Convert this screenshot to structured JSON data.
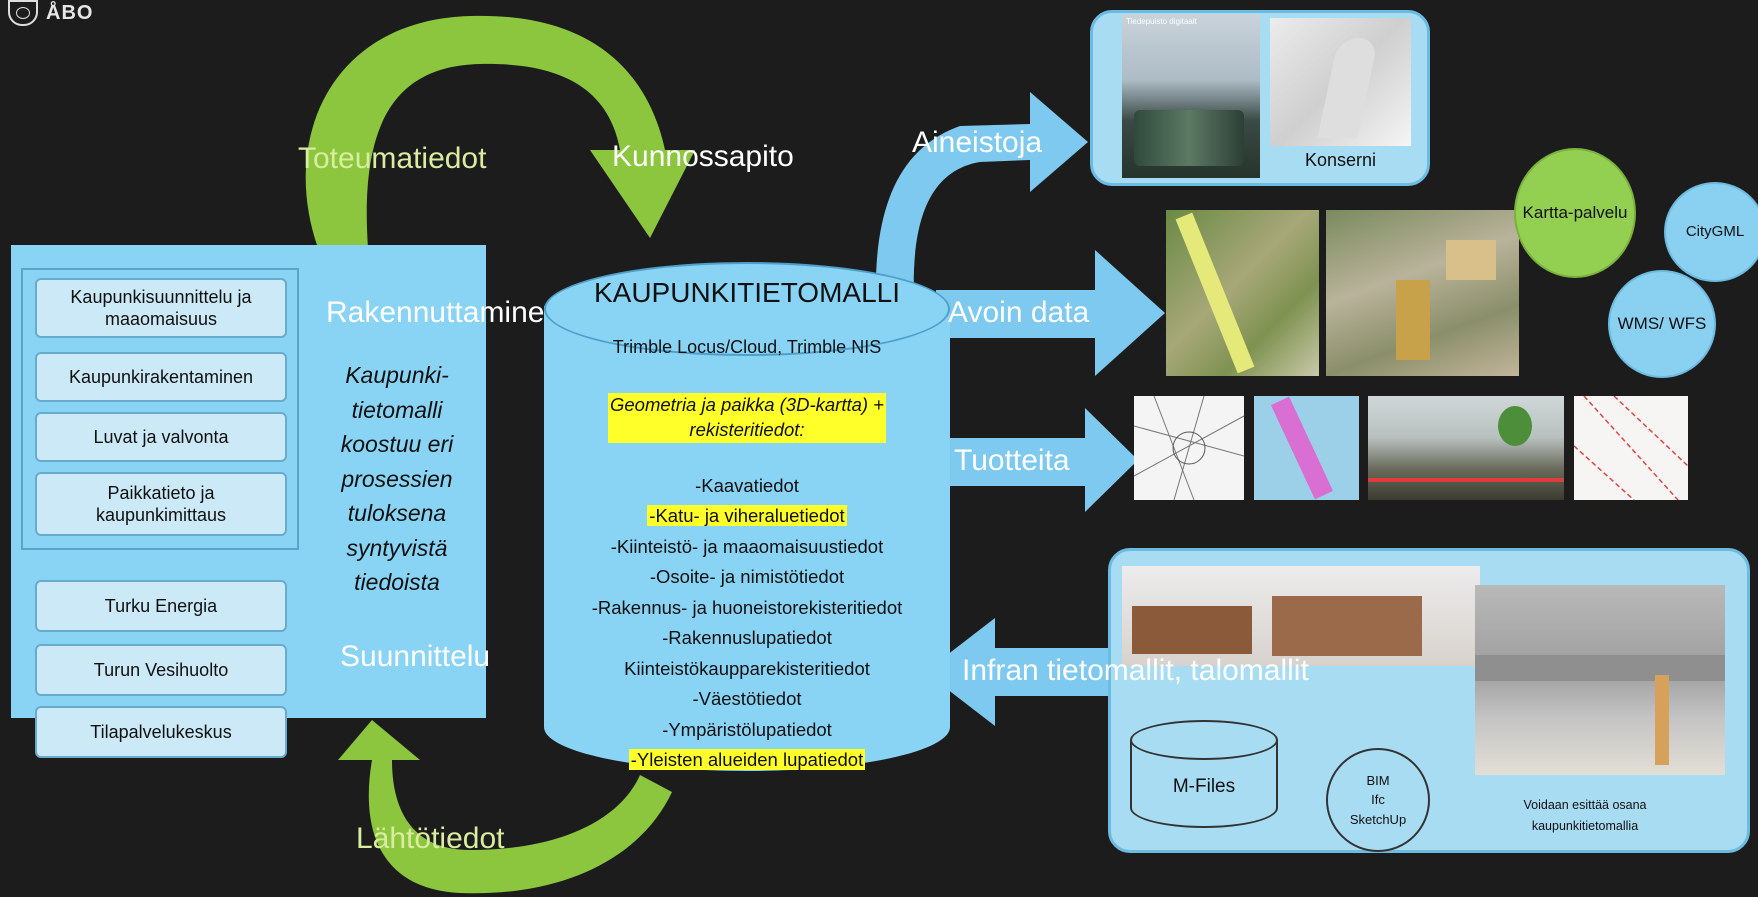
{
  "header": {
    "logo_text": "ÅBO"
  },
  "colors": {
    "background": "#1c1c1c",
    "panel_blue": "#89d3f5",
    "arrow_blue": "#7ec9ef",
    "arrow_green": "#8cc63f",
    "highlight": "#ffff2a"
  },
  "process_panel": {
    "items": [
      "Kaupunkisuunnittelu ja maaomaisuus",
      "Kaupunkirakentaminen",
      "Luvat ja valvonta",
      "Paikkatieto ja kaupunkimittaus",
      "Turku Energia",
      "Turun Vesihuolto",
      "Tilapalvelukeskus"
    ],
    "center_text": [
      "Kaupunki-",
      "tietomalli",
      "koostuu eri",
      "prosessien",
      "tuloksena",
      "syntyvistä",
      "tiedoista"
    ],
    "label_top": "Rakennuttaminen",
    "label_bottom": "Suunnittelu"
  },
  "cycle_labels": {
    "toteuma": "Toteumatiedot",
    "kunnossapito": "Kunnossapito",
    "lahto": "Lähtötiedot"
  },
  "cylinder": {
    "title": "KAUPUNKITIETOMALLI",
    "subtitle": "Trimble Locus/Cloud, Trimble NIS",
    "geometry_line1": "Geometria ja paikka (3D-kartta) +",
    "geometry_line2": "rekisteritiedot:",
    "items": [
      {
        "text": "-Kaavatiedot",
        "highlight": false
      },
      {
        "text": "-Katu- ja viheraluetiedot",
        "highlight": true
      },
      {
        "text": "-Kiinteistö- ja maaomaisuustiedot",
        "highlight": false
      },
      {
        "text": "-Osoite- ja nimistötiedot",
        "highlight": false
      },
      {
        "text": "-Rakennus- ja huoneistorekisteritiedot",
        "highlight": false
      },
      {
        "text": "-Rakennuslupatiedot",
        "highlight": false
      },
      {
        "text": "Kiinteistökauppa­rekisteritiedot",
        "highlight": false
      },
      {
        "text": "-Väestötiedot",
        "highlight": false
      },
      {
        "text": "-Ympäristölupatiedot",
        "highlight": false
      },
      {
        "text": "-Yleisten alueiden lupatiedot",
        "highlight": true
      }
    ]
  },
  "outputs": {
    "aineistoja": "Aineistoja",
    "avoin_data": "Avoin data",
    "tuotteita": "Tuotteita",
    "infra": "Infran tietomallit, talomallit"
  },
  "consern": {
    "photo_caption": "Tiedepuisto digitaalt",
    "label": "Konserni"
  },
  "services": {
    "karttapalvelu": "Kartta-palvelu",
    "citygml": "CityGML",
    "wms": "WMS/ WFS"
  },
  "infra_box": {
    "mfiles": "M-Files",
    "bim": [
      "BIM",
      "Ifc",
      "SketchUp"
    ],
    "note": "Voidaan esittää osana kaupunkitietomallia"
  }
}
